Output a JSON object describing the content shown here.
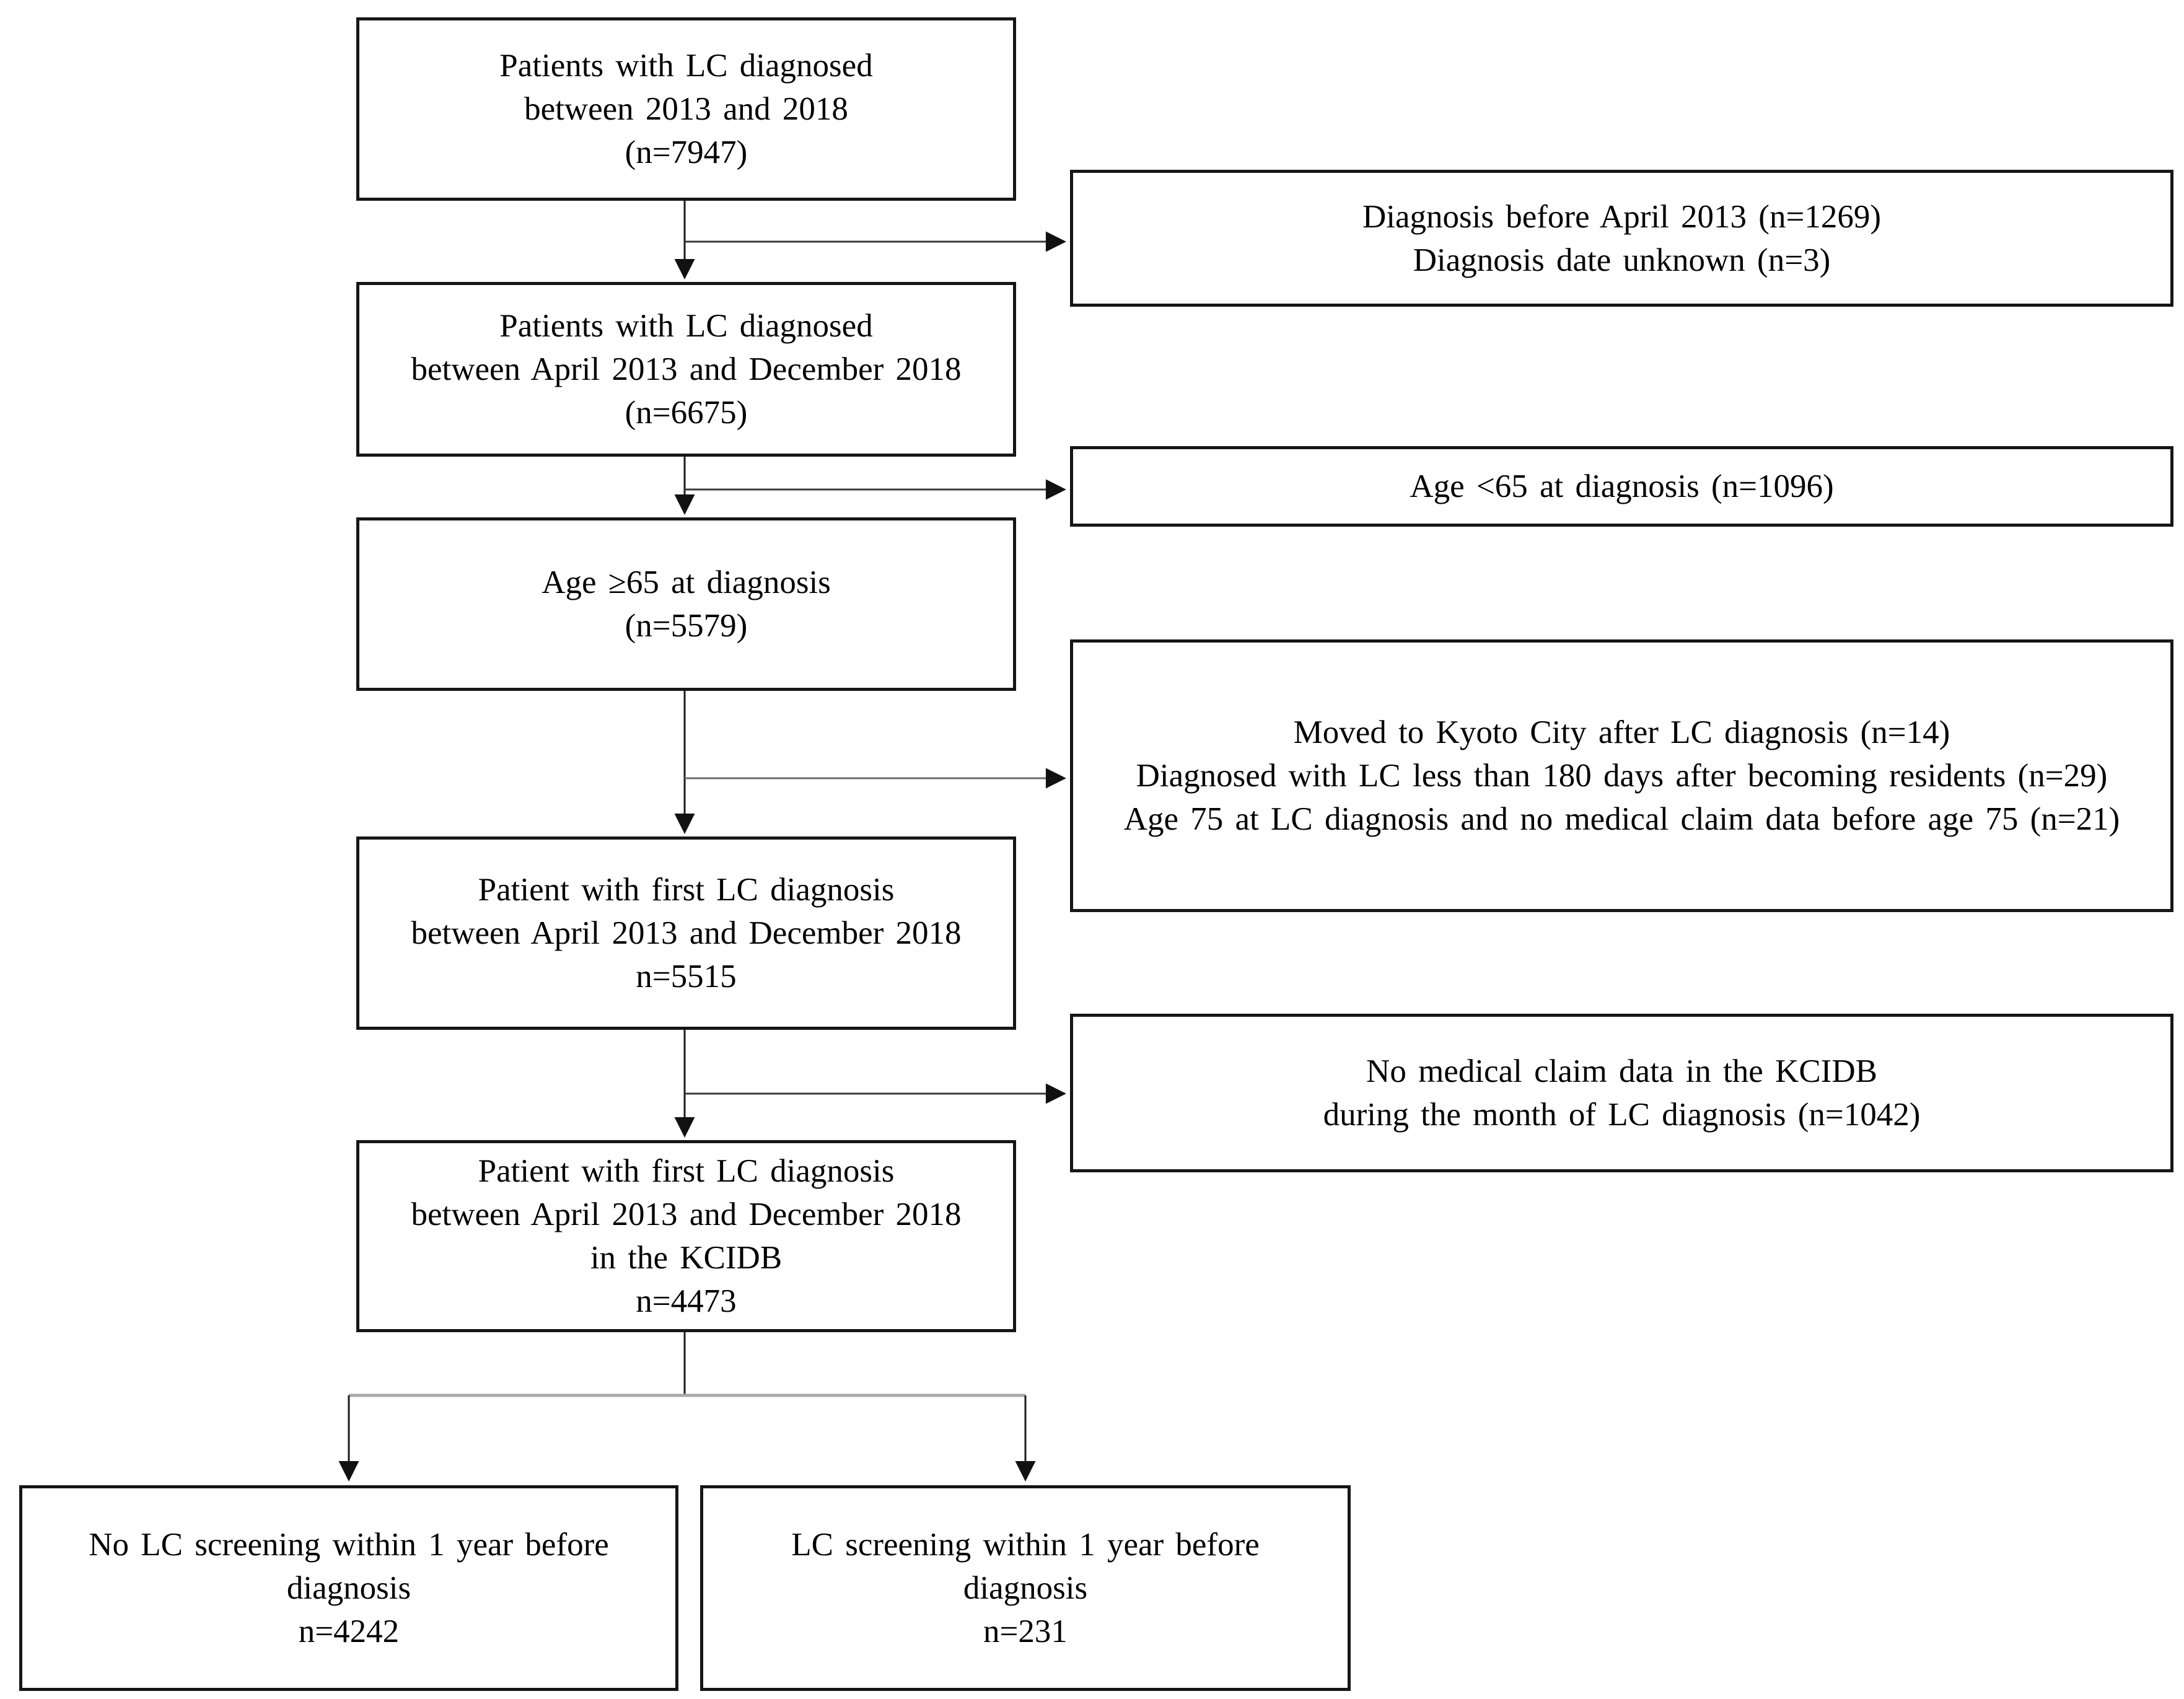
{
  "flowchart": {
    "colors": {
      "background": "#ffffff",
      "box_border": "#161616",
      "connector": "#2e2e2e",
      "split_connector": "#a9a9a9",
      "text": "#000000"
    },
    "main_boxes": [
      {
        "lines": [
          "Patients with LC diagnosed",
          "between 2013 and 2018",
          "(n=7947)"
        ]
      },
      {
        "lines": [
          "Patients with LC diagnosed",
          "between April 2013 and December 2018",
          "(n=6675)"
        ]
      },
      {
        "lines": [
          "Age ≥65 at diagnosis",
          "(n=5579)"
        ]
      },
      {
        "lines": [
          "Patient with first LC diagnosis",
          "between April 2013 and December 2018",
          "n=5515"
        ]
      },
      {
        "lines": [
          "Patient with first LC diagnosis",
          "between April 2013 and December 2018",
          "in the KCIDB",
          "n=4473"
        ]
      }
    ],
    "exclusion_boxes": [
      {
        "lines": [
          "Diagnosis before April 2013 (n=1269)",
          "Diagnosis date unknown (n=3)"
        ]
      },
      {
        "lines": [
          "Age <65 at diagnosis (n=1096)"
        ]
      },
      {
        "lines": [
          "Moved to Kyoto City after LC diagnosis (n=14)",
          "Diagnosed with LC less than 180 days after becoming residents (n=29)",
          "Age 75 at LC diagnosis and no medical claim data before age 75 (n=21)"
        ]
      },
      {
        "lines": [
          "No medical claim data in the KCIDB",
          "during the month of LC diagnosis (n=1042)"
        ]
      }
    ],
    "outcome_boxes": [
      {
        "lines": [
          "No LC screening within 1 year before",
          "diagnosis",
          "n=4242"
        ]
      },
      {
        "lines": [
          "LC screening within 1 year before",
          "diagnosis",
          "n=231"
        ]
      }
    ]
  }
}
